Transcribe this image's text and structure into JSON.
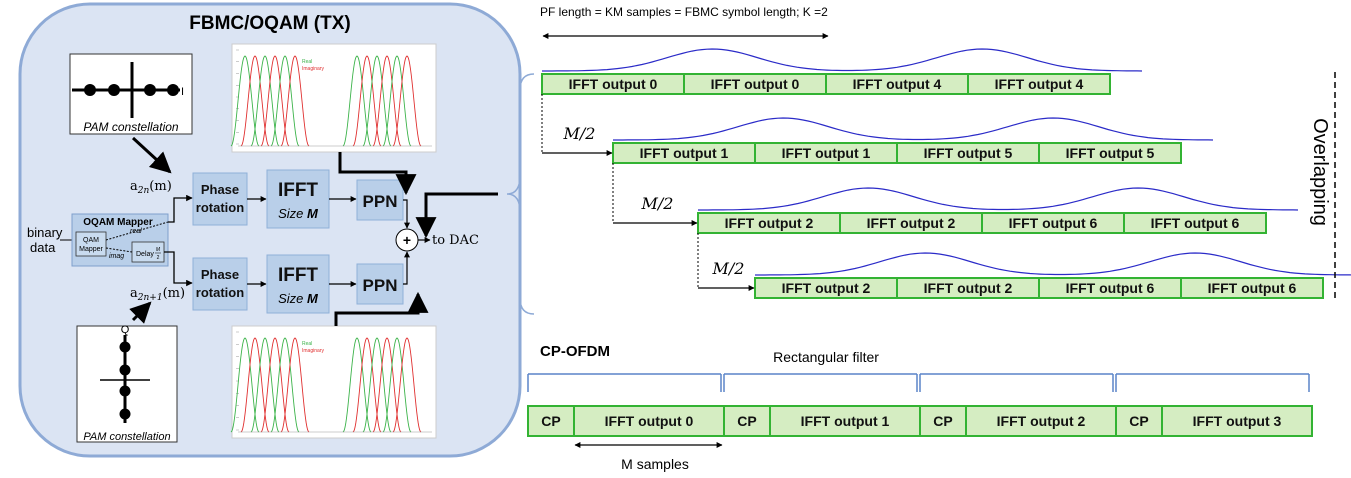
{
  "tx": {
    "title": "FBMC/OQAM (TX)",
    "pam_top": {
      "caption": "PAM constellation",
      "axis_label": "I"
    },
    "pam_bottom": {
      "caption": "PAM constellation",
      "axis_label": "Q"
    },
    "a_top": "a",
    "a_top_sub": "2n",
    "a_top_arg": "(m)",
    "a_bottom": "a",
    "a_bottom_sub": "2n+1",
    "a_bottom_arg": "(m)",
    "binary_data_1": "binary",
    "binary_data_2": "data",
    "oqam_mapper": "OQAM Mapper",
    "qam_mapper_1": "QAM",
    "qam_mapper_2": "Mapper",
    "real_label": "real",
    "imag_label": "imag",
    "delay_label": "Delay",
    "delay_frac_num": "M",
    "delay_frac_den": "2",
    "phase_rotation_1": "Phase",
    "phase_rotation_2": "rotation",
    "ifft": "IFFT",
    "ifft_size": "Size",
    "ifft_size_var": "M",
    "ppn": "PPN",
    "adder": "+",
    "to_dac": "to DAC",
    "legend_real": "Real",
    "legend_imag": "Imaginary"
  },
  "fbmc": {
    "pf_length": "PF length  = KM samples = FBMC symbol length; K =2",
    "overlapping": "Overlapping",
    "m_half": "M/2",
    "rows": [
      [
        "IFFT output 0",
        "IFFT output 0",
        "IFFT output 4",
        "IFFT output 4"
      ],
      [
        "IFFT output 1",
        "IFFT output 1",
        "IFFT output 5",
        "IFFT output 5"
      ],
      [
        "IFFT output 2",
        "IFFT output 2",
        "IFFT output 6",
        "IFFT output 6"
      ],
      [
        "IFFT output 2",
        "IFFT output 2",
        "IFFT output 6",
        "IFFT output 6"
      ]
    ]
  },
  "cpofdm": {
    "title": "CP-OFDM",
    "rect_filter": "Rectangular filter",
    "cp": "CP",
    "outputs": [
      "IFFT output 0",
      "IFFT output 1",
      "IFFT output 2",
      "IFFT output 3"
    ],
    "m_samples": "M samples"
  },
  "colors": {
    "panel_fill": "#dbe4f3",
    "panel_stroke": "#8eaad6",
    "cell_fill": "#d5edc2",
    "cell_stroke": "#33b333",
    "wave": "#2b2bc8",
    "spectrum_green": "#3cb34a",
    "spectrum_red": "#e03030"
  }
}
